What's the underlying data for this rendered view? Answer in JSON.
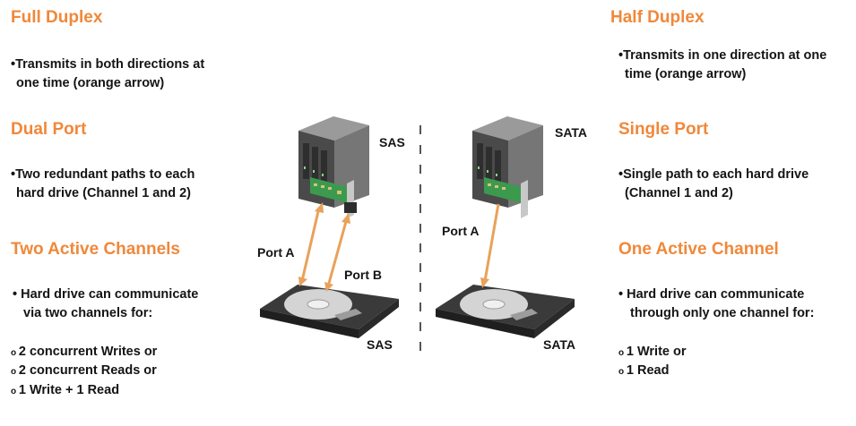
{
  "left": {
    "full_duplex": {
      "title": "Full Duplex",
      "lines": [
        "•Transmits in both directions at",
        "one time (orange arrow)"
      ]
    },
    "dual_port": {
      "title": "Dual Port",
      "lines": [
        "•Two redundant paths to each",
        "hard drive (Channel 1 and 2)"
      ]
    },
    "two_active": {
      "title": "Two Active Channels",
      "lines": [
        "• Hard drive can communicate",
        "via two channels for:"
      ],
      "items": [
        "2 concurrent Writes or",
        "2 concurrent Reads or",
        "1 Write + 1 Read"
      ]
    }
  },
  "right": {
    "half_duplex": {
      "title": "Half Duplex",
      "lines": [
        "•Transmits in one direction at one",
        "time (orange arrow)"
      ]
    },
    "single_port": {
      "title": "Single Port",
      "lines": [
        "•Single path to each hard drive",
        "(Channel 1 and 2)"
      ]
    },
    "one_active": {
      "title": "One Active Channel",
      "lines": [
        "• Hard drive can communicate",
        "through only one channel for:"
      ],
      "items": [
        "1 Write or",
        "1 Read"
      ]
    }
  },
  "diagram": {
    "sas_server_label": "SAS",
    "sas_drive_label": "SAS",
    "sata_server_label": "SATA",
    "sata_drive_label": "SATA",
    "port_a_sas": "Port A",
    "port_b_sas": "Port B",
    "port_a_sata": "Port A",
    "colors": {
      "heading": "#f0883a",
      "arrow": "#e8a25a",
      "server_body": "#6f6f6f",
      "server_dark": "#3d3d3d",
      "pcb": "#3c9a4f",
      "drive": "#3a3a3a",
      "divider": "#555555"
    }
  }
}
